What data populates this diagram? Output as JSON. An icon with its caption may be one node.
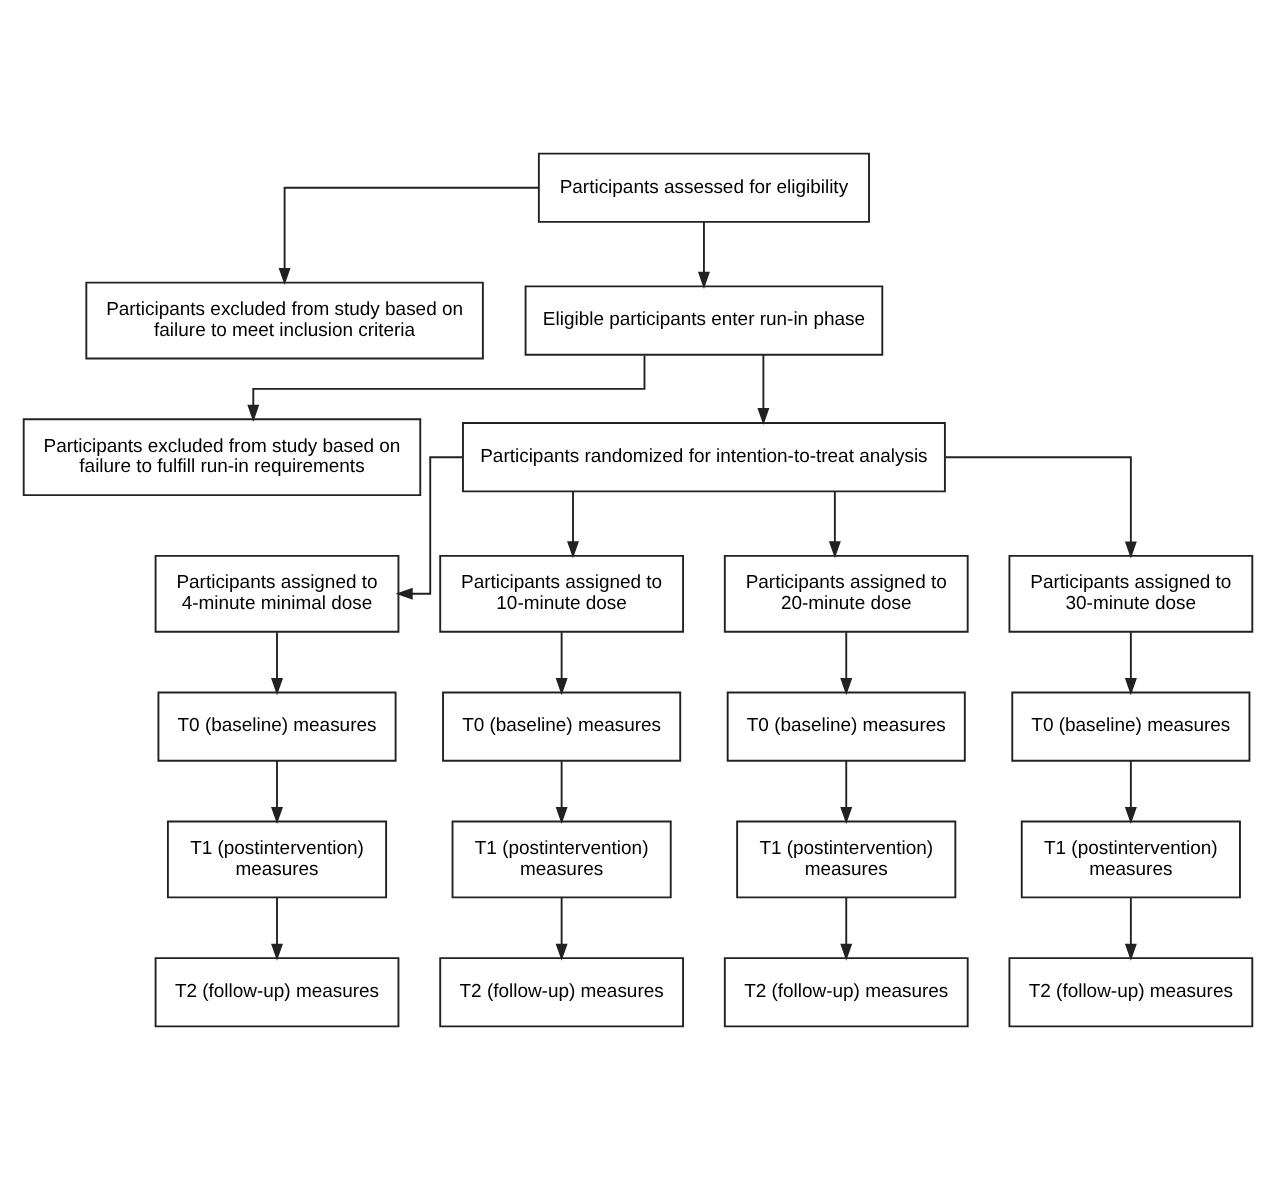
{
  "diagram": {
    "nodes": [
      {
        "text": [
          "Participants assessed for eligibility"
        ]
      },
      {
        "text": [
          "Participants excluded from study based on failure to meet inclusion criteria"
        ]
      },
      {
        "text": [
          "Eligible participants enter run-in phase"
        ]
      },
      {
        "text": [
          "Participants excluded from study based on failure to fulfill run-in requirements"
        ]
      },
      {
        "text": [
          "Participants randomized for intention-to-treat analysis"
        ]
      },
      {
        "text": [
          "Participants assigned to 4-minute minimal dose"
        ]
      },
      {
        "text": [
          "Participants assigned to 10-minute dose"
        ]
      },
      {
        "text": [
          "Participants assigned to 20-minute dose"
        ]
      },
      {
        "text": [
          "Participants assigned to 30-minute dose"
        ]
      },
      {
        "text": [
          "T0 (baseline) measures"
        ]
      },
      {
        "text": [
          "T0 (baseline) measures"
        ]
      },
      {
        "text": [
          "T0 (baseline) measures"
        ]
      },
      {
        "text": [
          "T0 (baseline) measures"
        ]
      },
      {
        "text": [
          "T1 (postintervention) measures"
        ]
      },
      {
        "text": [
          "T1 (postintervention) measures"
        ]
      },
      {
        "text": [
          "T1 (postintervention) measures"
        ]
      },
      {
        "text": [
          "T1 (postintervention) measures"
        ]
      },
      {
        "text": [
          "T2 (follow-up) measures"
        ]
      },
      {
        "text": [
          "T2 (follow-up) measures"
        ]
      },
      {
        "text": [
          "T2 (follow-up) measures"
        ]
      },
      {
        "text": [
          "T2 (follow-up) measures"
        ]
      }
    ],
    "edges": [
      {
        "from": 0,
        "to": 2,
        "arrow": "to"
      },
      {
        "from": 0,
        "to": 1,
        "arrow": "to"
      },
      {
        "from": 2,
        "to": 4,
        "arrow": "to"
      },
      {
        "from": 2,
        "to": 3,
        "arrow": "to"
      },
      {
        "from": 4,
        "to": 5,
        "arrow": "to"
      },
      {
        "from": 4,
        "to": 6,
        "arrow": "to"
      },
      {
        "from": 4,
        "to": 7,
        "arrow": "to"
      },
      {
        "from": 4,
        "to": 8,
        "arrow": "to"
      },
      {
        "from": 5,
        "to": 9,
        "arrow": "to"
      },
      {
        "from": 6,
        "to": 10,
        "arrow": "to"
      },
      {
        "from": 7,
        "to": 11,
        "arrow": "to"
      },
      {
        "from": 8,
        "to": 12,
        "arrow": "to"
      },
      {
        "from": 9,
        "to": 13,
        "arrow": "to"
      },
      {
        "from": 10,
        "to": 14,
        "arrow": "to"
      },
      {
        "from": 11,
        "to": 15,
        "arrow": "to"
      },
      {
        "from": 12,
        "to": 16,
        "arrow": "to"
      },
      {
        "from": 13,
        "to": 17,
        "arrow": "to"
      },
      {
        "from": 14,
        "to": 18,
        "arrow": "to"
      },
      {
        "from": 15,
        "to": 19,
        "arrow": "to"
      },
      {
        "from": 16,
        "to": 20,
        "arrow": "to"
      }
    ]
  }
}
